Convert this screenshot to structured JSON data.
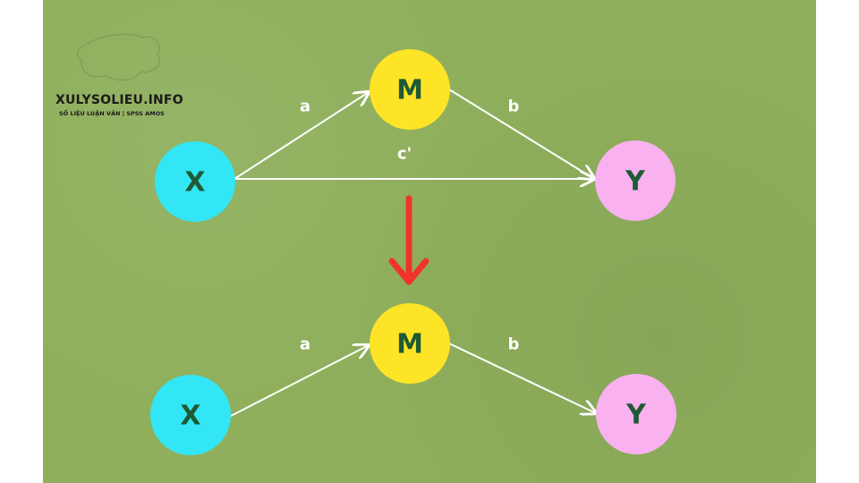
{
  "logo": {
    "title": "XULYSOLIEU.INFO",
    "subtitle": "SỐ LIỆU LUẬN VĂN | SPSS AMOS"
  },
  "colors": {
    "background": "#8faf5c",
    "x_node": "#33e6f5",
    "m_node": "#fde426",
    "y_node": "#f9b1f0",
    "node_text": "#1e5a34",
    "arrow": "#ffffff",
    "transition_arrow": "#f2332c"
  },
  "top_diagram": {
    "nodes": {
      "x": "X",
      "m": "M",
      "y": "Y"
    },
    "edges": {
      "a": "a",
      "b": "b",
      "c_prime": "c'"
    }
  },
  "bottom_diagram": {
    "nodes": {
      "x": "X",
      "m": "M",
      "y": "Y"
    },
    "edges": {
      "a": "a",
      "b": "b"
    }
  },
  "transition_icon": "down-arrow-icon"
}
